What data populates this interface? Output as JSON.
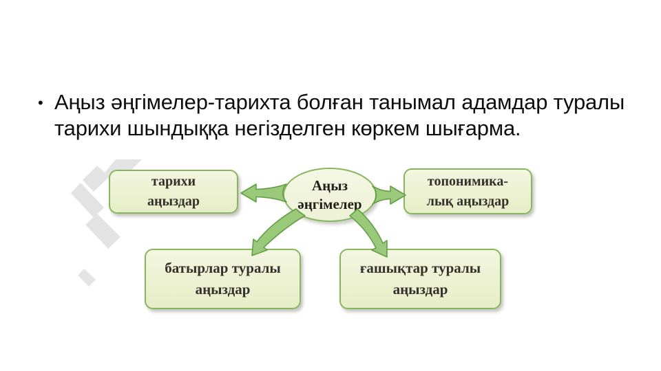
{
  "slide": {
    "background_color": "#ffffff",
    "bullet_char": "•",
    "bullet_lines": [
      "Аңыз әңгімелер-тарихта болған танымал адамдар туралы",
      "тарихи шындыққа негізделген көркем шығарма."
    ]
  },
  "diagram": {
    "center_node": {
      "line1": "Аңыз",
      "line2": "әңгімелер"
    },
    "nodes": [
      {
        "id": "historical",
        "line1": "тарихи",
        "line2": "аңыздар"
      },
      {
        "id": "toponymic",
        "line1": "топонимика-",
        "line2": "лық аңыздар"
      },
      {
        "id": "heroes",
        "line1": "батырлар туралы",
        "line2": "аңыздар"
      },
      {
        "id": "lovers",
        "line1": "ғашықтар туралы",
        "line2": "аңыздар"
      }
    ],
    "colors": {
      "node_fill": "#ecf1d3",
      "node_border": "#87b55f",
      "arrow_fill": "#9aca79",
      "arrow_stroke": "#649e48",
      "label_text": "#33312a",
      "watermark": "#d2d2d2"
    }
  }
}
